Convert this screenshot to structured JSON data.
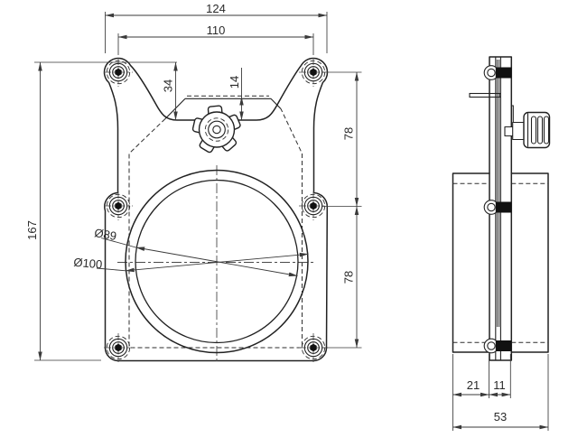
{
  "drawing_type": "technical-drawing",
  "colors": {
    "background": "#ffffff",
    "outline": "#222222",
    "hidden_lines": "#2e2e2e",
    "dimension_lines": "#3a3a3a",
    "text": "#2a2a2a",
    "solid_fill": "#111111"
  },
  "dims": {
    "width_overall": "124",
    "width_bolt_span": "110",
    "height_overall": "167",
    "top_to_saddle": "34",
    "slide_to_saddle": "14",
    "bolt_row_upper": "78",
    "bolt_row_lower": "78",
    "bore_inner": "Ø89",
    "bore_outer": "Ø100",
    "depth_flange": "21",
    "depth_plates": "11",
    "depth_overall": "53"
  }
}
